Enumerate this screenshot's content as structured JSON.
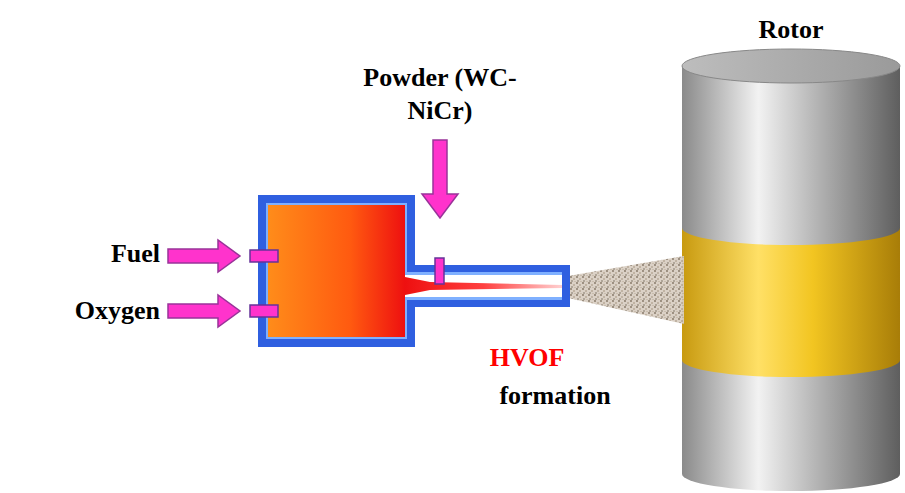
{
  "diagram": {
    "labels": [
      "Rotor",
      "Powder (WC-NiCr)",
      "Fuel",
      "Oxygen",
      "HVOF",
      "formation"
    ]
  }
}
